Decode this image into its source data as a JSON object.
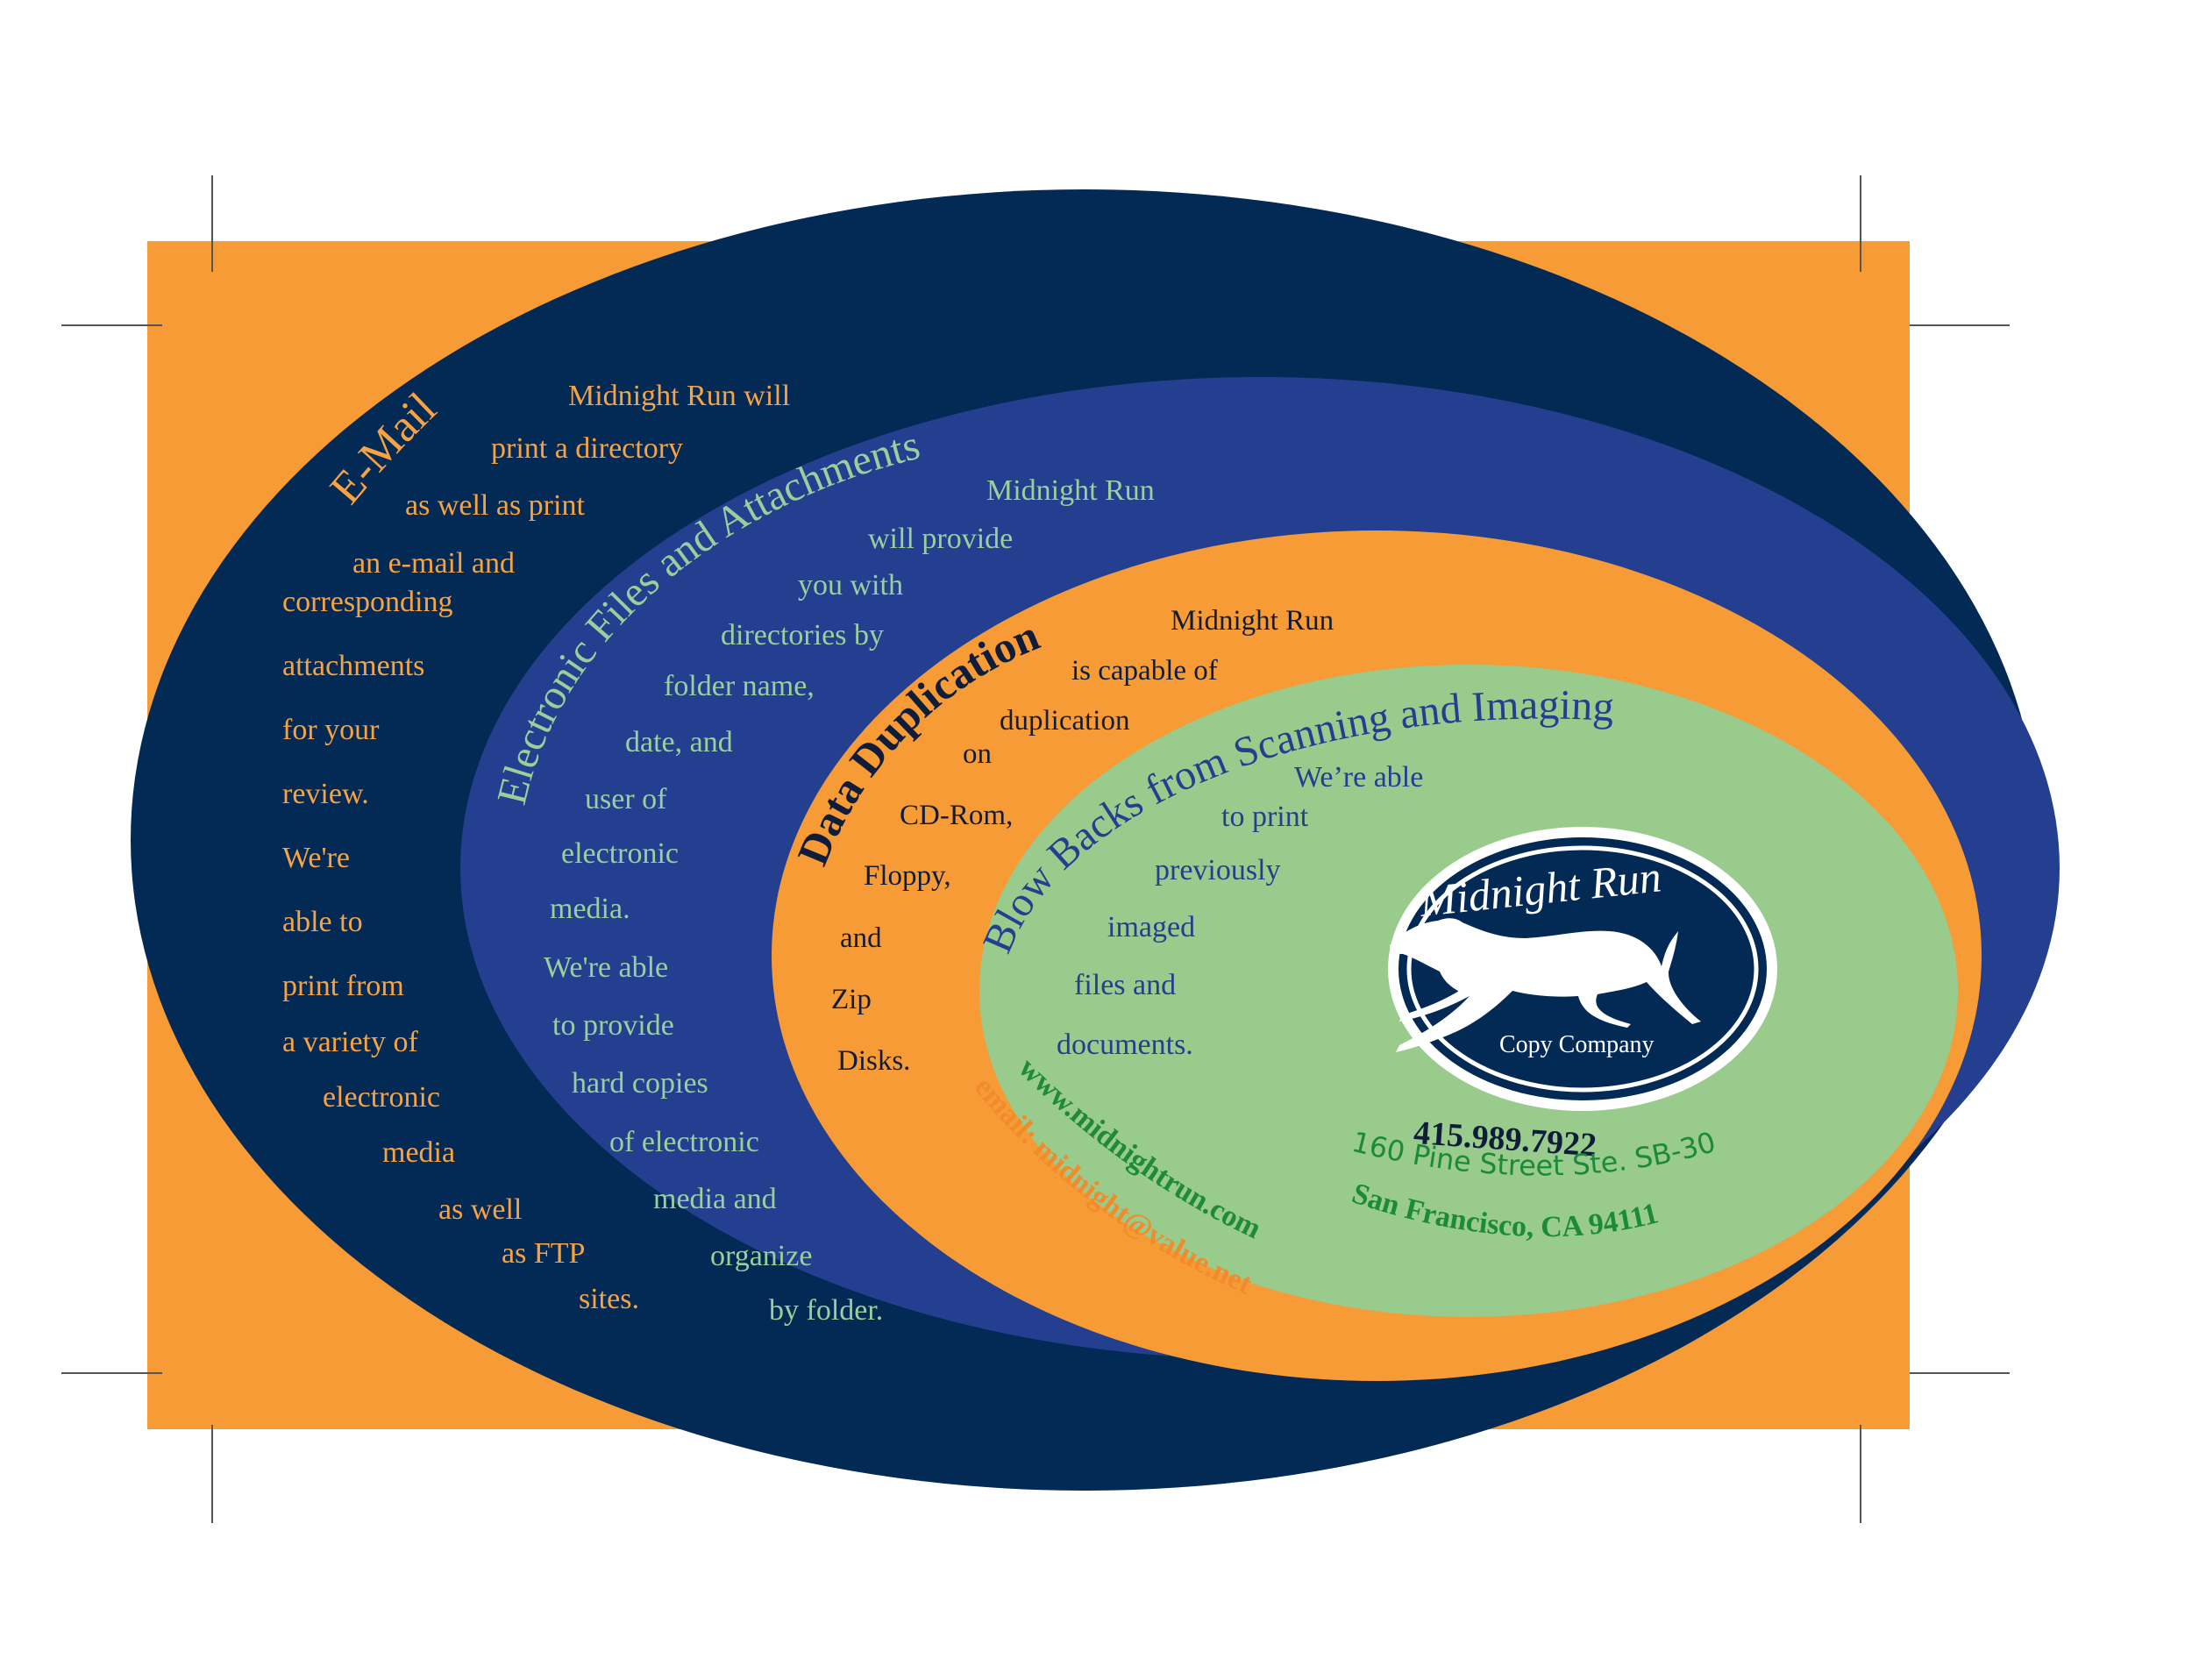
{
  "colors": {
    "orange": "#f79b36",
    "navy": "#032a55",
    "royal": "#243f8f",
    "green": "#98cb8c",
    "emailText": "#f7a343",
    "filesText": "#98cf9c",
    "dataText": "#0f1d3a",
    "blowText": "#243f8f",
    "webText": "#1e8a3a",
    "mailText": "#f28b2c",
    "addressText": "#1b8a3a",
    "phoneText": "#0f1d3a"
  },
  "email": {
    "title": "E-Mail",
    "lines": [
      "Midnight Run will",
      "print a directory",
      "as well as print",
      "an e-mail and",
      "corresponding",
      "attachments",
      "for your",
      "review.",
      "We're",
      "able to",
      "print from",
      "a variety of",
      "electronic",
      "media",
      "as well",
      "as FTP",
      "sites."
    ]
  },
  "files": {
    "title": "Electronic Files and Attachments",
    "lines": [
      "Midnight Run",
      "will provide",
      "you with",
      "directories by",
      "folder name,",
      "date, and",
      "user of",
      "electronic",
      "media.",
      "We're able",
      "to provide",
      "hard copies",
      "of electronic",
      "media and",
      "organize",
      "by folder."
    ]
  },
  "data": {
    "title": "Data Duplication",
    "lines": [
      "Midnight Run",
      "is capable of",
      "duplication",
      "on",
      "CD-Rom,",
      "Floppy,",
      "and",
      "Zip",
      "Disks."
    ]
  },
  "blowbacks": {
    "title": "Blow Backs from Scanning and Imaging",
    "lines": [
      "We’re  able",
      "to print",
      "previously",
      "imaged",
      "files and",
      "documents."
    ]
  },
  "contact": {
    "web": "www.midnightrun.com",
    "email": "email: midnight@value.net",
    "phone": "415.989.7922",
    "address1": "160 Pine Street Ste. SB-30",
    "address2": "San Francisco, CA 94111"
  },
  "logo": {
    "name": "Midnight Run",
    "sub": "Copy Company",
    "mark": "greyhound-icon"
  }
}
